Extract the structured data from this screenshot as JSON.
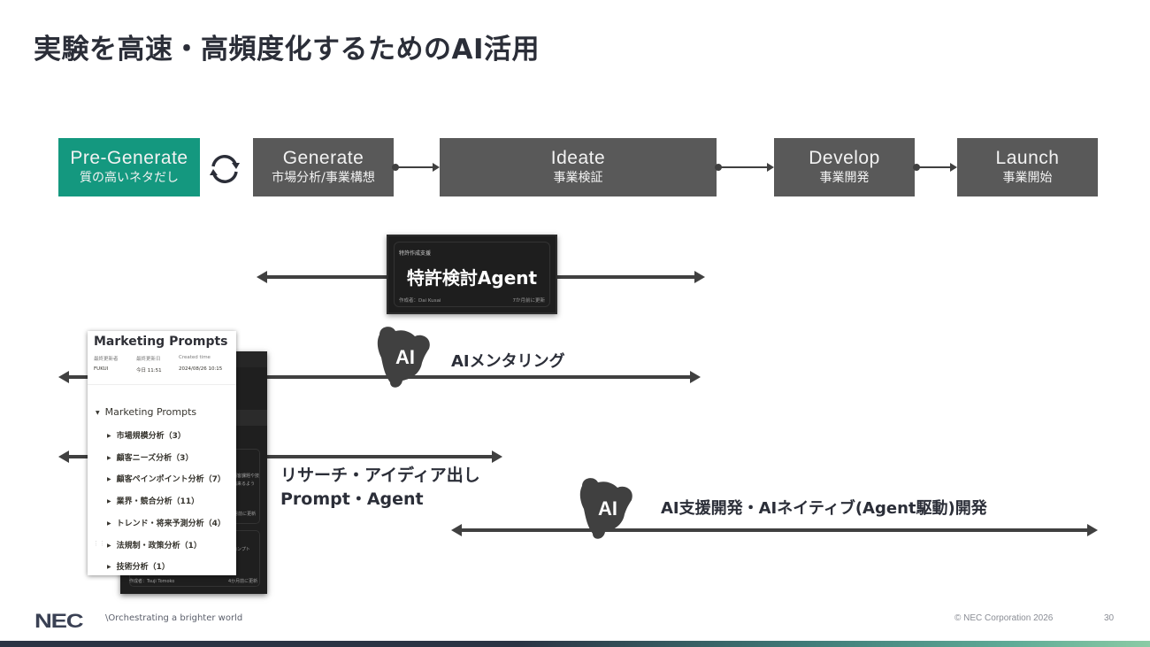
{
  "slide": {
    "title": "実験を高速・高頻度化するためのAI活用",
    "page_number": "30"
  },
  "process": {
    "stages": [
      {
        "en": "Pre-Generate",
        "jp": "質の高いネタだし",
        "color": "#14987f"
      },
      {
        "en": "Generate",
        "jp": "市場分析/事業構想",
        "color": "#595959"
      },
      {
        "en": "Ideate",
        "jp": "事業検証",
        "color": "#595959"
      },
      {
        "en": "Develop",
        "jp": "事業開発",
        "color": "#595959"
      },
      {
        "en": "Launch",
        "jp": "事業開始",
        "color": "#595959"
      }
    ],
    "cycle_icon": "refresh-cycle-icon"
  },
  "patent_agent": {
    "category": "特許作成支援",
    "name": "特許検討Agent",
    "author": "作成者：Dai Kusai",
    "updated": "7か月前に更新"
  },
  "lanes": {
    "mentoring": {
      "badge": "AI",
      "label": "AIメンタリング"
    },
    "research": {
      "line1": "リサーチ・アイディア出し",
      "line2": "Prompt・Agent"
    },
    "development": {
      "badge": "AI",
      "label": "AI支援開発・AIネイティブ(Agent駆動)開発"
    }
  },
  "marketing_page": {
    "title": "Marketing Prompts",
    "props": {
      "headers": [
        "最終更新者",
        "最終更新日",
        "Created time"
      ],
      "values": [
        "FUKUI",
        "今日 11:51",
        "2024/08/26 10:15"
      ]
    },
    "root_toggle": "Marketing Prompts",
    "items": [
      "市場規模分析（3）",
      "顧客ニーズ分析（3）",
      "顧客ペインポイント分析（7）",
      "業界・競合分析（11）",
      "トレンド・将来予測分析（4）",
      "法規制・政策分析（1）",
      "技術分析（1）"
    ]
  },
  "back_card": {
    "snippet1": "顧客課題や技",
    "snippet2": "出来るよう",
    "updated1": "7か月前に更新",
    "snippet3": "ロンプト",
    "author": "作成者：Tsuji Tomoko",
    "updated2": "4か月前に更新"
  },
  "footer": {
    "logo": "NEC",
    "tagline": "\\Orchestrating a brighter world",
    "copyright": "© NEC Corporation 2026"
  }
}
